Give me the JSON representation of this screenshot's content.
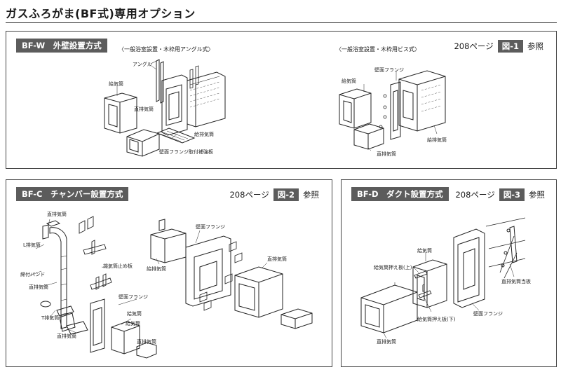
{
  "page_title": "ガスふろがま(BF式)専用オプション",
  "panel_w": {
    "label": "BF-W　外壁設置方式",
    "page_ref": {
      "page": "208ページ",
      "figure": "図-1",
      "suffix": "参照"
    },
    "note_left": "〈一般浴室設置・木枠用アングル式〉",
    "note_right": "〈一般浴室設置・木枠用ビス式〉",
    "callouts": {
      "angle": "アングル",
      "supply_left": "給気筒",
      "direct_exhaust_left": "直排気筒",
      "supply_mid": "給排気筒",
      "flange_plate": "壁面フランジ取付補強板",
      "wall_flange_right": "壁面フランジ",
      "supply_right": "給気筒",
      "supply_exhaust_right": "給排気筒",
      "direct_exhaust_right": "直排気筒"
    }
  },
  "panel_c": {
    "label": "BF-C　チャンバー設置方式",
    "page_ref": {
      "page": "208ページ",
      "figure": "図-2",
      "suffix": "参照"
    },
    "callouts": {
      "direct_exhaust_top": "直排気筒",
      "l_exhaust": "L排気筒",
      "band": "締付バンド",
      "direct_exhaust_mid": "直排気筒",
      "t_exhaust": "T排気筒",
      "direct_exhaust_low": "直排気筒",
      "stopper": "排気筒止め板",
      "supply_exhaust": "給排気筒",
      "wall_flange_top": "壁面フランジ",
      "wall_flange_mid": "壁面フランジ",
      "supply": "給気筒",
      "supply_right": "給気筒",
      "direct_exhaust_right": "直排気筒",
      "direct_exhaust_bottom": "直排気筒"
    }
  },
  "panel_d": {
    "label": "BF-D　ダクト設置方式",
    "page_ref": {
      "page": "208ページ",
      "figure": "図-3",
      "suffix": "参照"
    },
    "callouts": {
      "supply": "給気筒",
      "press_upper": "給気筒押え板(上)",
      "press_lower": "給気筒押え板(下)",
      "direct_exhaust": "直排気筒",
      "wall_flange": "壁面フランジ",
      "direct_exhaust_plate": "直排気筒当板"
    }
  },
  "colors": {
    "badge": "#5c5c5c",
    "line": "#222222",
    "border": "#444444"
  }
}
